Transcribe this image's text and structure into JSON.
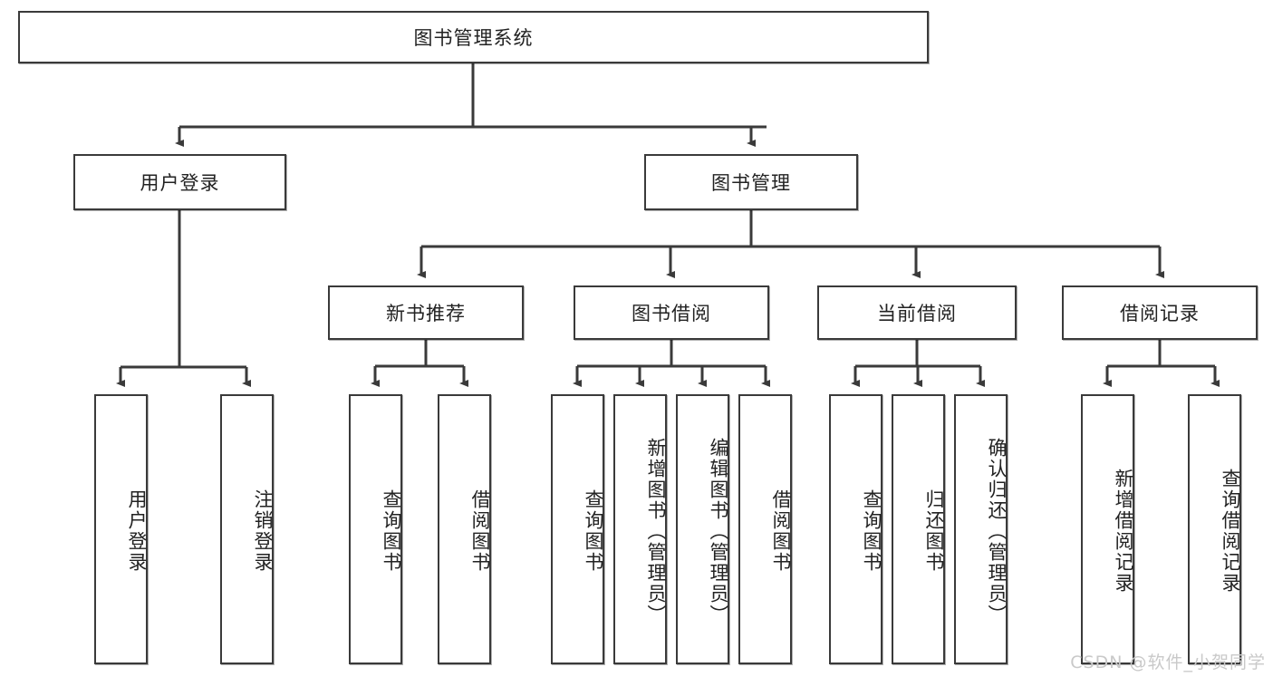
{
  "diagram": {
    "type": "tree",
    "title": "图书管理系统",
    "root": {
      "label": "图书管理系统"
    },
    "level1": [
      {
        "label": "用户登录"
      },
      {
        "label": "图书管理"
      }
    ],
    "level2": [
      {
        "label": "新书推荐"
      },
      {
        "label": "图书借阅"
      },
      {
        "label": "当前借阅"
      },
      {
        "label": "借阅记录"
      }
    ],
    "leaves": {
      "user_login": [
        {
          "label": "用户登录"
        },
        {
          "label": "注销登录"
        }
      ],
      "new_book_recommend": [
        {
          "label": "查询图书"
        },
        {
          "label": "借阅图书"
        }
      ],
      "book_borrow": [
        {
          "label": "查询图书"
        },
        {
          "label": "新增图书（管理员）"
        },
        {
          "label": "编辑图书（管理员）"
        },
        {
          "label": "借阅图书"
        }
      ],
      "current_borrow": [
        {
          "label": "查询图书"
        },
        {
          "label": "归还图书"
        },
        {
          "label": "确认归还（管理员）"
        }
      ],
      "borrow_record": [
        {
          "label": "新增借阅记录"
        },
        {
          "label": "查询借阅记录"
        }
      ]
    }
  },
  "watermark": {
    "text": "CSDN @软件_小贺同学"
  },
  "colors": {
    "box_border": "#3a3a3a",
    "box_fill": "#ffffff",
    "connector": "#3a3a3a",
    "text": "#222222",
    "watermark": "#c9c9c9"
  }
}
